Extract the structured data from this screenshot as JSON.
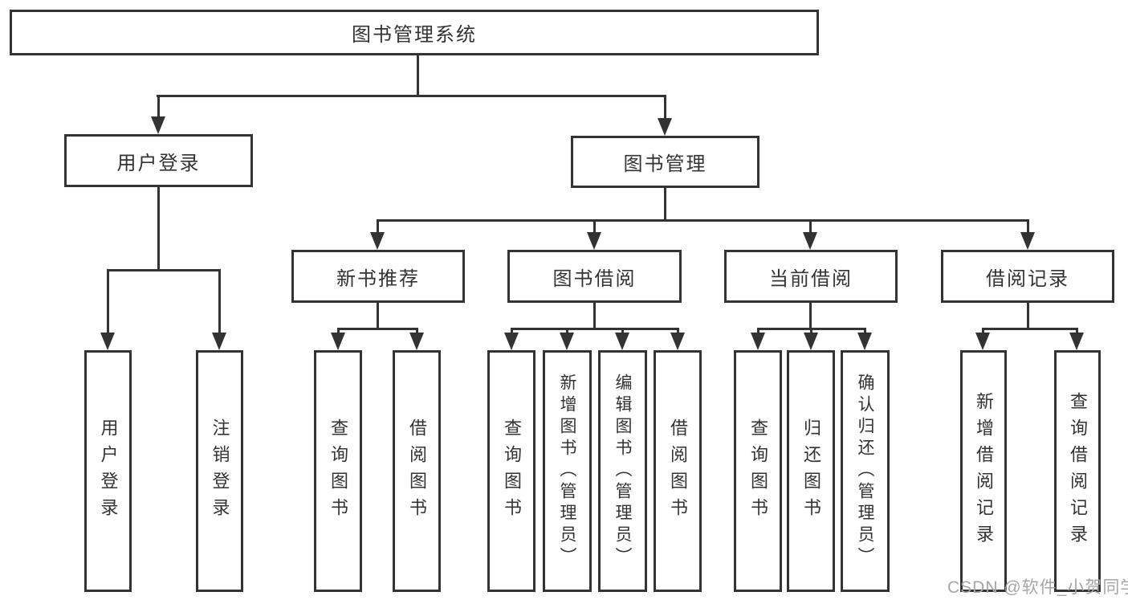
{
  "diagram": {
    "root": {
      "label": "图书管理系统"
    },
    "level2": {
      "user_login": {
        "label": "用户登录"
      },
      "book_management": {
        "label": "图书管理"
      }
    },
    "level3": {
      "new_book_recommend": {
        "label": "新书推荐"
      },
      "book_borrowing": {
        "label": "图书借阅"
      },
      "current_borrowing": {
        "label": "当前借阅"
      },
      "borrowing_records": {
        "label": "借阅记录"
      }
    },
    "leaves": {
      "user_login_login": {
        "label": "用户登录"
      },
      "user_login_logout": {
        "label": "注销登录"
      },
      "recommend_query_books": {
        "label": "查询图书"
      },
      "recommend_borrow_books": {
        "label": "借阅图书"
      },
      "borrowing_query_books": {
        "label": "查询图书"
      },
      "borrowing_add_books_admin": {
        "label": "新增图书（管理员）"
      },
      "borrowing_edit_books_admin": {
        "label": "编辑图书（管理员）"
      },
      "borrowing_borrow_books": {
        "label": "借阅图书"
      },
      "current_query_books": {
        "label": "查询图书"
      },
      "current_return_books": {
        "label": "归还图书"
      },
      "current_confirm_return_admin": {
        "label": "确认归还（管理员）"
      },
      "records_add_record": {
        "label": "新增借阅记录"
      },
      "records_query_record": {
        "label": "查询借阅记录"
      }
    },
    "colors": {
      "line": "#333333",
      "text": "#333333",
      "background": "#ffffff",
      "watermark": "#a6a6a6"
    }
  },
  "watermark": {
    "text": "CSDN @软件_小贺同学"
  }
}
